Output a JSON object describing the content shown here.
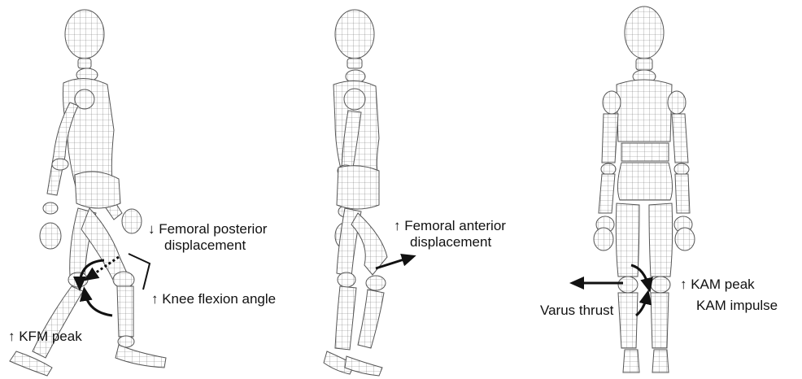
{
  "annotations": {
    "femoral_posterior": {
      "line1": "↓ Femoral posterior",
      "line2": "displacement"
    },
    "knee_flexion": "↑ Knee flexion angle",
    "kfm_peak": "↑ KFM peak",
    "femoral_anterior": {
      "line1": "↑ Femoral anterior",
      "line2": "displacement"
    },
    "kam_peak": "↑ KAM peak",
    "kam_impulse": "KAM impulse",
    "varus_thrust": "Varus thrust"
  },
  "colors": {
    "mesh": "#555555",
    "arrow": "#111111",
    "fill": "#ffffff"
  },
  "icons": [
    "wireframe-mannequin",
    "curved-arrow",
    "straight-arrow",
    "dotted-arrow",
    "bracket"
  ]
}
